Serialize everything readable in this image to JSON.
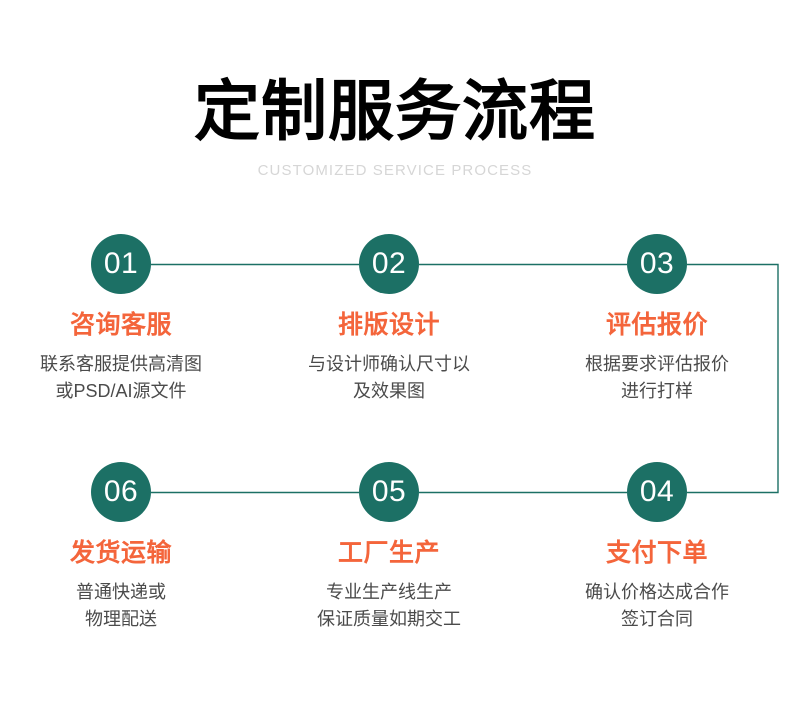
{
  "header": {
    "title": "定制服务流程",
    "subtitle": "CUSTOMIZED SERVICE PROCESS"
  },
  "colors": {
    "background": "#ffffff",
    "circle_green": "#1c7065",
    "connector_green": "#1c7065",
    "heading_orange": "#f4653b",
    "title_black": "#000000",
    "subtitle_gray": "#d6d6d6",
    "body_gray": "#4b4b4b",
    "number_white": "#ffffff"
  },
  "flow": {
    "steps": [
      {
        "number": "01",
        "heading": "咨询客服",
        "desc_line1": "联系客服提供高清图",
        "desc_line2": "或PSD/AI源文件"
      },
      {
        "number": "02",
        "heading": "排版设计",
        "desc_line1": "与设计师确认尺寸以",
        "desc_line2": "及效果图"
      },
      {
        "number": "03",
        "heading": "评估报价",
        "desc_line1": "根据要求评估报价",
        "desc_line2": "进行打样"
      },
      {
        "number": "04",
        "heading": "支付下单",
        "desc_line1": "确认价格达成合作",
        "desc_line2": "签订合同"
      },
      {
        "number": "05",
        "heading": "工厂生产",
        "desc_line1": "专业生产线生产",
        "desc_line2": "保证质量如期交工"
      },
      {
        "number": "06",
        "heading": "发货运输",
        "desc_line1": "普通快递或",
        "desc_line2": "物理配送"
      }
    ]
  }
}
